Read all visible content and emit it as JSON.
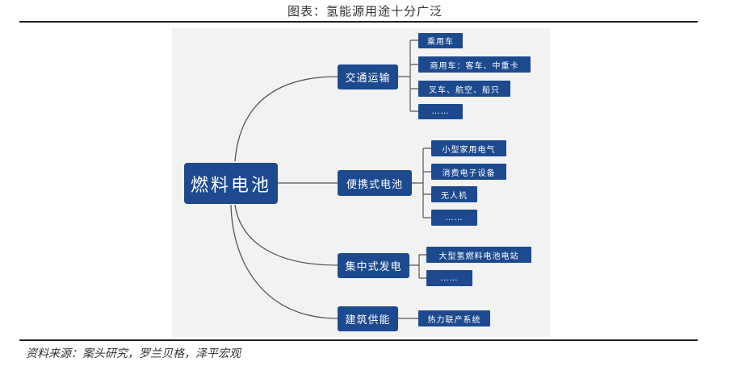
{
  "caption": "图表：氢能源用途十分广泛",
  "source": "资料来源：案头研究，罗兰贝格，泽平宏观",
  "mindmap": {
    "root": "燃料电池",
    "categories": [
      {
        "label": "交通运输",
        "items": [
          "乘用车",
          "商用车：客车、中重卡",
          "叉车、航空、船只",
          "……"
        ]
      },
      {
        "label": "便携式电池",
        "items": [
          "小型家用电气",
          "消费电子设备",
          "无人机",
          "……"
        ]
      },
      {
        "label": "集中式发电",
        "items": [
          "大型氢燃料电池电站",
          "……"
        ]
      },
      {
        "label": "建筑供能",
        "items": [
          "热力联产系统"
        ]
      }
    ]
  },
  "colors": {
    "node": "#1d4a8e",
    "line": "#555555",
    "panel": "#f2f2f2"
  }
}
